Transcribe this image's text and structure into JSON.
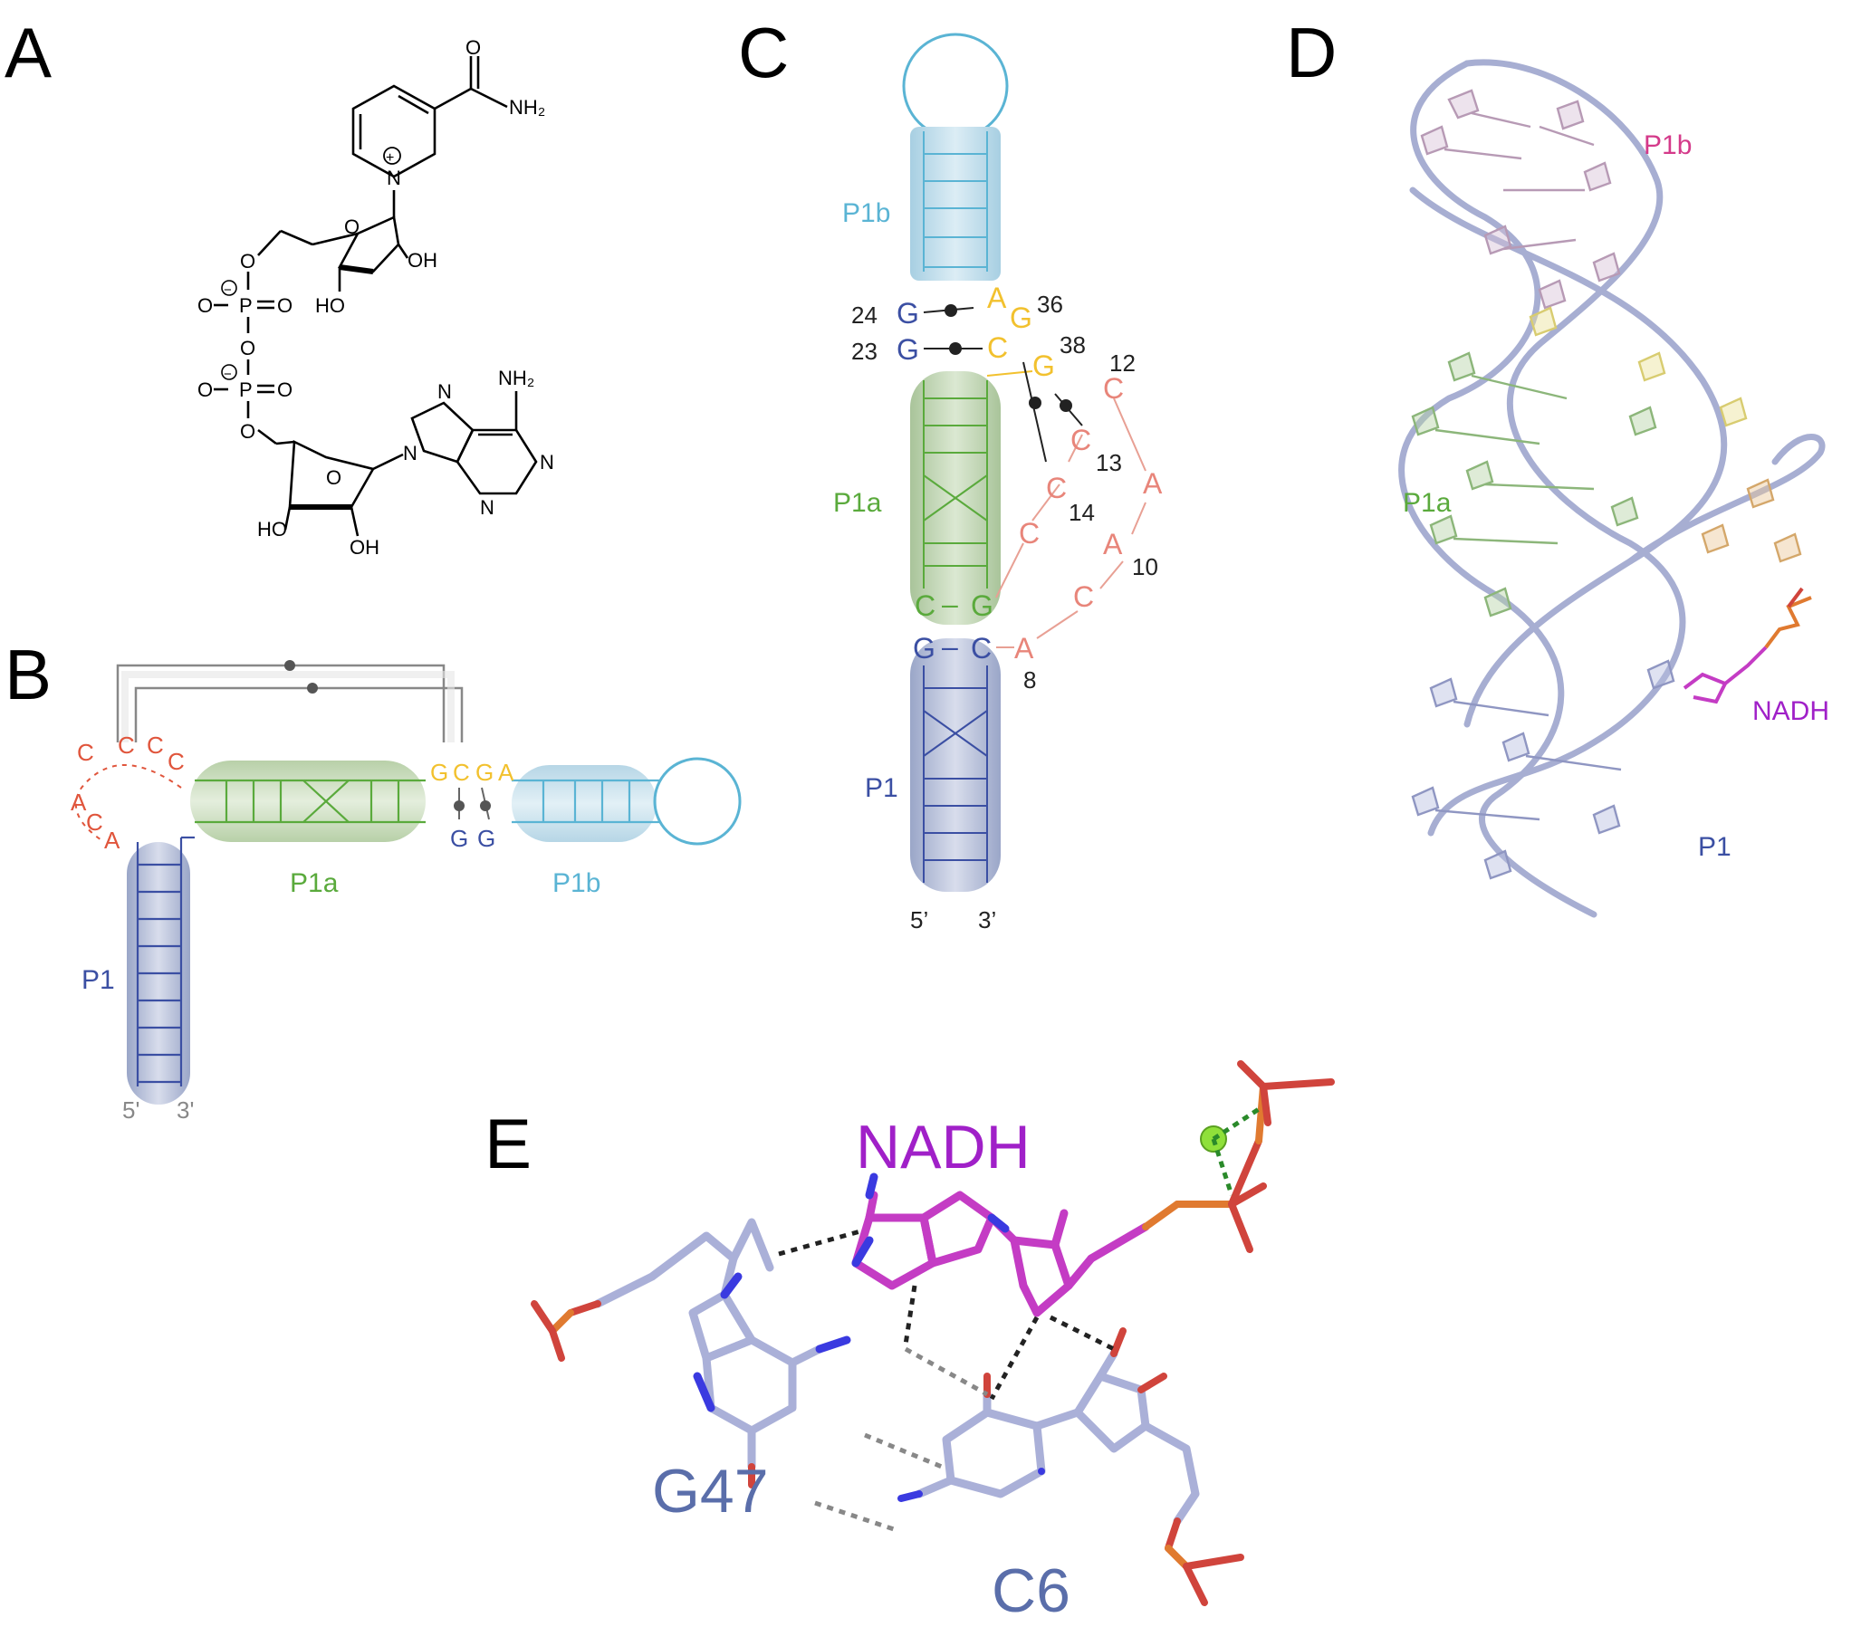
{
  "panels": {
    "a": {
      "label": "A",
      "groups": {
        "amide": "NH₂",
        "amine": "NH₂",
        "oh1": "OH",
        "ho1": "HO",
        "ho2": "HO",
        "oh2": "OH",
        "o": "O",
        "n": "N",
        "p": "P",
        "charge_plus": "+",
        "charge_minus": "−"
      }
    },
    "b": {
      "label": "B",
      "loop": [
        "C",
        "C",
        "C",
        "C",
        "A",
        "C",
        "A"
      ],
      "junction_top": [
        "G",
        "C",
        "G",
        "A"
      ],
      "junction_bottom": [
        "G",
        "G"
      ],
      "helices": {
        "p1": "P1",
        "p1a": "P1a",
        "p1b": "P1b"
      },
      "ends": {
        "five": "5'",
        "three": "3'"
      }
    },
    "c": {
      "label": "C",
      "helices": {
        "p1": "P1",
        "p1a": "P1a",
        "p1b": "P1b"
      },
      "ends": {
        "five": "5’",
        "three": "3’"
      },
      "blue": [
        "G",
        "G",
        "G"
      ],
      "yellow": [
        "A",
        "G",
        "C",
        "G"
      ],
      "green": [
        "C",
        "G"
      ],
      "pink": [
        "C",
        "C",
        "C",
        "C",
        "A",
        "A",
        "C",
        "A"
      ],
      "p1_pair": "C",
      "dash": "–",
      "numbers": [
        "24",
        "23",
        "36",
        "38",
        "12",
        "13",
        "14",
        "10",
        "8"
      ]
    },
    "d": {
      "label": "D",
      "labels": {
        "p1b": "P1b",
        "p1a": "P1a",
        "nadh": "NADH",
        "p1": "P1"
      }
    },
    "e": {
      "label": "E",
      "labels": {
        "nadh": "NADH",
        "g47": "G47",
        "c6": "C6"
      }
    }
  },
  "colors": {
    "blue": "#3b4fa3",
    "green": "#5aaa3c",
    "cyan": "#5ab4d4",
    "yellow": "#f2c12e",
    "pink": "#e88a7c",
    "red": "#e0553c",
    "purple": "#a020c8",
    "magenta": "#d43a8a",
    "lavender": "#aab0d8"
  }
}
